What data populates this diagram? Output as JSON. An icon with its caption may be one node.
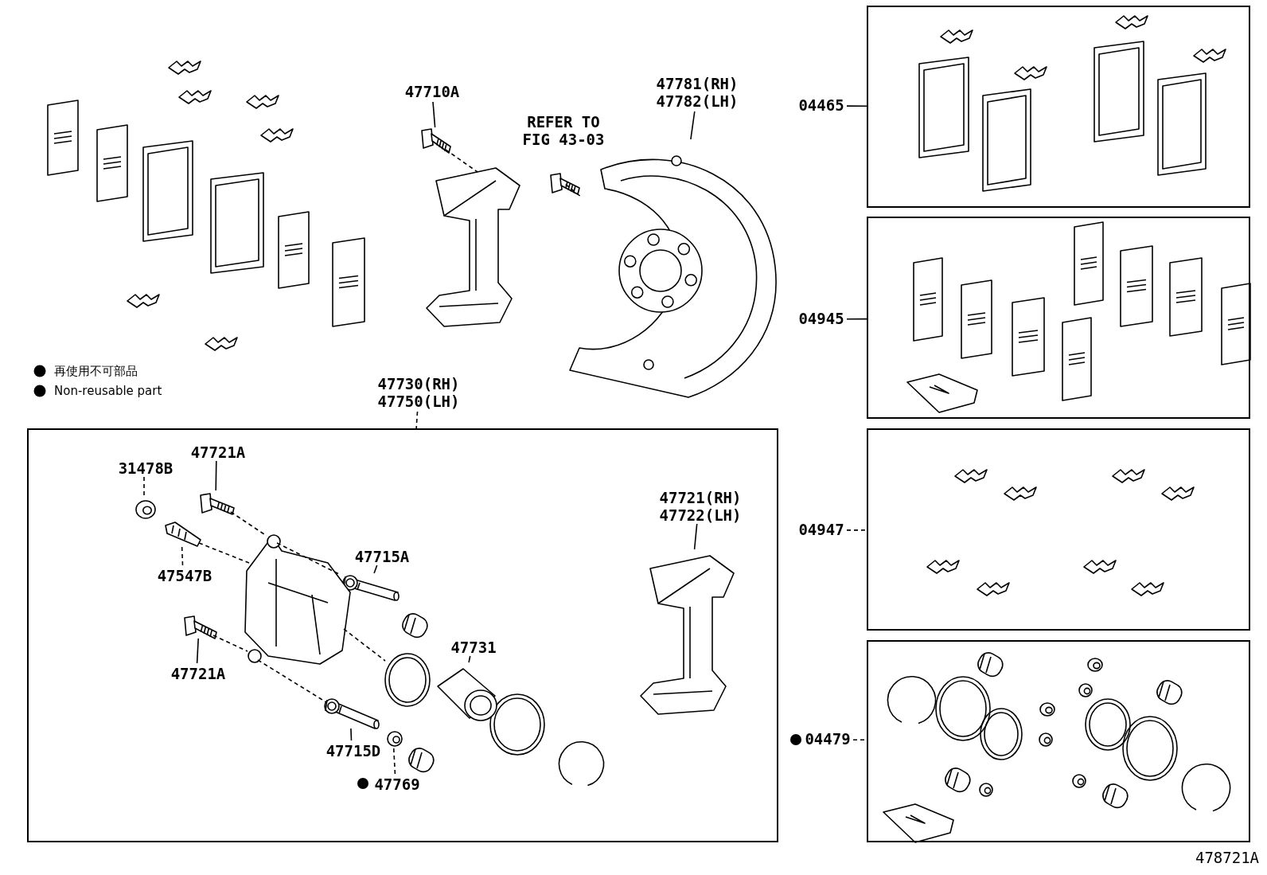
{
  "diagram": {
    "nodes": [
      {
        "text": [
          "47710A"
        ]
      },
      {
        "text": [],
        "shape": "picture"
      },
      {
        "text": [
          "47781(RH) 47782(LH)"
        ]
      },
      {
        "text": [],
        "shape": "picture"
      },
      {
        "text": [
          "47730(RH) 47750(LH)"
        ]
      },
      {
        "text": [],
        "shape": "box"
      },
      {
        "text": [
          "31478B"
        ],
        "in": 5
      },
      {
        "text": [],
        "shape": "picture",
        "in": 5
      },
      {
        "text": [
          "47721A"
        ],
        "in": 5
      },
      {
        "text": [],
        "shape": "picture",
        "in": 5
      },
      {
        "text": [
          "47547B"
        ],
        "in": 5
      },
      {
        "text": [],
        "shape": "picture",
        "in": 5
      },
      {
        "text": [
          "47715A"
        ],
        "in": 5
      },
      {
        "text": [],
        "shape": "picture",
        "in": 5
      },
      {
        "text": [
          "47721A"
        ],
        "in": 5
      },
      {
        "text": [],
        "shape": "picture",
        "in": 5
      },
      {
        "text": [
          "47731"
        ],
        "in": 5
      },
      {
        "text": [],
        "shape": "picture",
        "in": 5
      },
      {
        "text": [
          "47715D"
        ],
        "in": 5
      },
      {
        "text": [],
        "shape": "picture",
        "in": 5
      },
      {
        "text": [
          "47769"
        ],
        "in": 5
      },
      {
        "text": [],
        "shape": "picture",
        "in": 5
      },
      {
        "text": [
          "47721(RH) 47722(LH)"
        ],
        "in": 5
      },
      {
        "text": [],
        "shape": "picture",
        "in": 5
      },
      {
        "text": [
          "04465"
        ]
      },
      {
        "text": [],
        "shape": "box"
      },
      {
        "text": [
          "04945"
        ]
      },
      {
        "text": [],
        "shape": "box"
      },
      {
        "text": [
          "04947"
        ]
      },
      {
        "text": [],
        "shape": "box"
      },
      {
        "text": [
          "04479"
        ]
      },
      {
        "text": [],
        "shape": "box"
      },
      {
        "text": [],
        "shape": "picture"
      },
      {
        "text": [],
        "shape": "picture"
      },
      {
        "text": [],
        "shape": "picture",
        "in": 5
      },
      {
        "text": [],
        "shape": "picture",
        "in": 5
      }
    ],
    "edges": [
      {
        "from": 0,
        "to": 1,
        "arrow": "none"
      },
      {
        "from": 2,
        "to": 3,
        "arrow": "none"
      },
      {
        "from": 4,
        "to": 5,
        "arrow": "none",
        "style": "dashed"
      },
      {
        "from": 6,
        "to": 7,
        "arrow": "none",
        "style": "dashed"
      },
      {
        "from": 8,
        "to": 9,
        "arrow": "none"
      },
      {
        "from": 10,
        "to": 11,
        "arrow": "none",
        "style": "dashed"
      },
      {
        "from": 12,
        "to": 13,
        "arrow": "none"
      },
      {
        "from": 14,
        "to": 15,
        "arrow": "none"
      },
      {
        "from": 16,
        "to": 17,
        "arrow": "none"
      },
      {
        "from": 18,
        "to": 19,
        "arrow": "none"
      },
      {
        "from": 20,
        "to": 21,
        "arrow": "none",
        "style": "dashed"
      },
      {
        "from": 22,
        "to": 23,
        "arrow": "none"
      },
      {
        "from": 24,
        "to": 25,
        "arrow": "none"
      },
      {
        "from": 26,
        "to": 27,
        "arrow": "none"
      },
      {
        "from": 28,
        "to": 29,
        "arrow": "none",
        "style": "dashed"
      },
      {
        "from": 30,
        "to": 31,
        "arrow": "none",
        "style": "dashed"
      },
      {
        "from": 1,
        "to": 32,
        "arrow": "none",
        "style": "dashed"
      },
      {
        "from": 33,
        "to": 3,
        "arrow": "none",
        "style": "dashed"
      },
      {
        "from": 9,
        "to": 34,
        "arrow": "none",
        "style": "dashed"
      },
      {
        "from": 11,
        "to": 34,
        "arrow": "none",
        "style": "dashed"
      },
      {
        "from": 15,
        "to": 34,
        "arrow": "none",
        "style": "dashed"
      },
      {
        "from": 34,
        "to": 13,
        "arrow": "none",
        "style": "dashed"
      },
      {
        "from": 34,
        "to": 19,
        "arrow": "none",
        "style": "dashed"
      },
      {
        "from": 34,
        "to": 35,
        "arrow": "none",
        "style": "dashed"
      }
    ],
    "labels": [
      "REFER TO FIG 43-03",
      "478721A"
    ],
    "legend": [
      {
        "text": "再使用不可部品"
      },
      {
        "text": "Non-reusable part"
      }
    ]
  }
}
